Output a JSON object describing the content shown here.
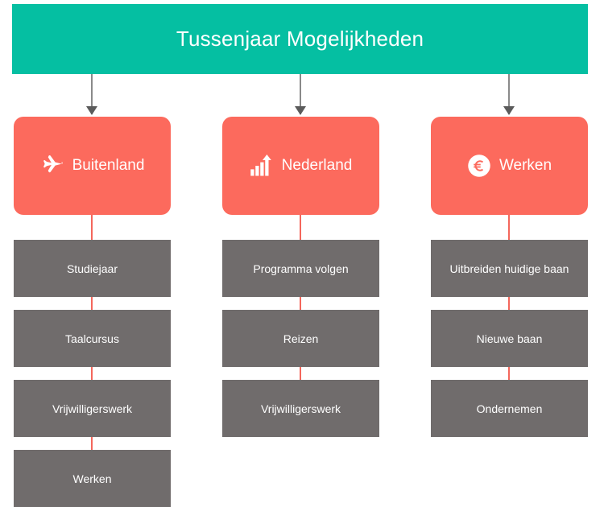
{
  "header": {
    "title": "Tussenjaar Mogelijkheden",
    "color": "#05bfa2"
  },
  "colors": {
    "header_teal": "#05bfa2",
    "category_coral": "#fc6a5d",
    "item_grey": "#706c6c",
    "connector_grey": "#8a8a8a",
    "connector_arrow": "#5b5b5b",
    "link_salmon": "#f4675c",
    "text_white": "#ffffff",
    "background": "#ffffff"
  },
  "columns": [
    {
      "category": {
        "label": "Buitenland",
        "icon": "airplane-icon"
      },
      "items": [
        {
          "label": "Studiejaar"
        },
        {
          "label": "Taalcursus"
        },
        {
          "label": "Vrijwilligerswerk"
        },
        {
          "label": "Werken"
        }
      ]
    },
    {
      "category": {
        "label": "Nederland",
        "icon": "bar-chart-growth-icon"
      },
      "items": [
        {
          "label": "Programma volgen"
        },
        {
          "label": "Reizen"
        },
        {
          "label": "Vrijwilligerswerk"
        }
      ]
    },
    {
      "category": {
        "label": "Werken",
        "icon": "euro-coin-icon"
      },
      "items": [
        {
          "label": "Uitbreiden huidige baan"
        },
        {
          "label": "Nieuwe baan"
        },
        {
          "label": "Ondernemen"
        }
      ]
    }
  ]
}
